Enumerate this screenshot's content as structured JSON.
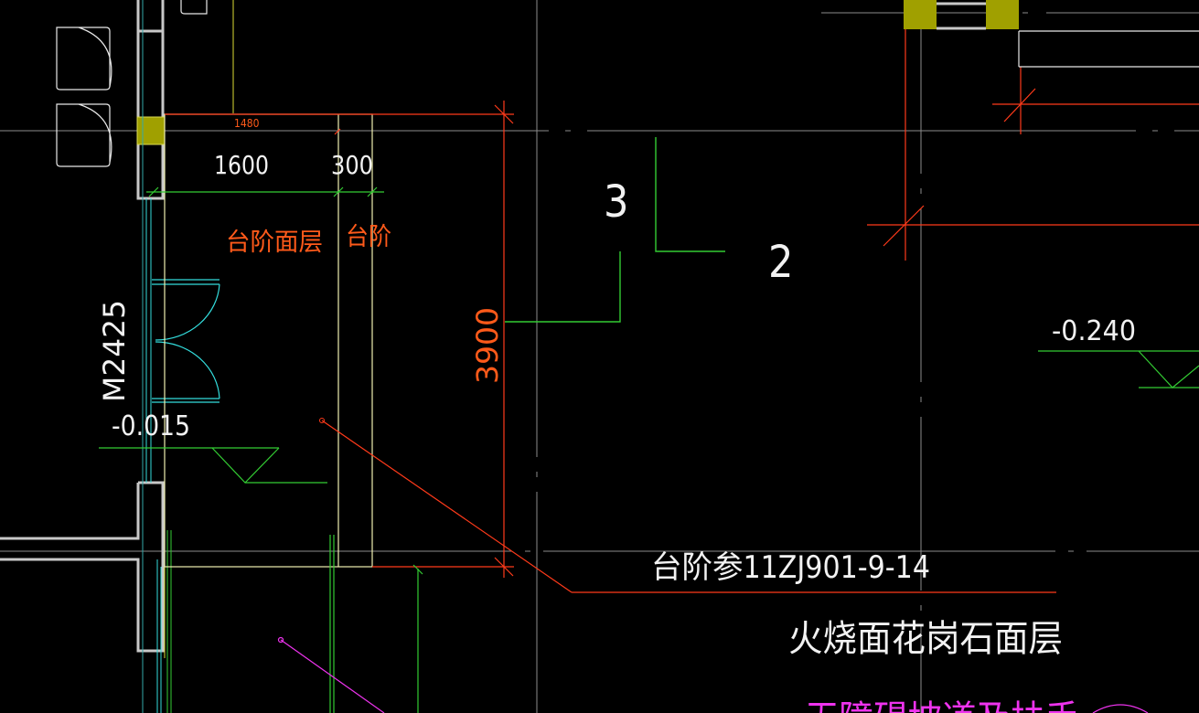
{
  "colors": {
    "background": "#000000",
    "axis_line": "#9a9a9a",
    "wall": "#c8c8c8",
    "column_fill": "#a0a000",
    "dimension_red": "#ff3a1a",
    "annotation_orange": "#ff5a1a",
    "step_outline": "#f0f0b0",
    "green": "#33cc33",
    "cyan": "#33dddd",
    "yellow": "#e6e600",
    "magenta": "#ee33ee",
    "white_text": "#f2f2f2"
  },
  "dimensions": {
    "small_top": "1480",
    "tread_width": "1600",
    "step_width": "300",
    "step_length": "3900"
  },
  "labels": {
    "step_surface": "台阶面层",
    "step": "台阶",
    "door_code": "M2425",
    "elevation_inside": "-0.015",
    "elevation_outside": "-0.240",
    "section_mark_3": "3",
    "section_mark_2": "2",
    "step_reference": "台阶参11ZJ901-9-14",
    "finish_material": "火烧面花岗石面层",
    "partial_bottom_note": "无障碍坡道及扶手"
  }
}
